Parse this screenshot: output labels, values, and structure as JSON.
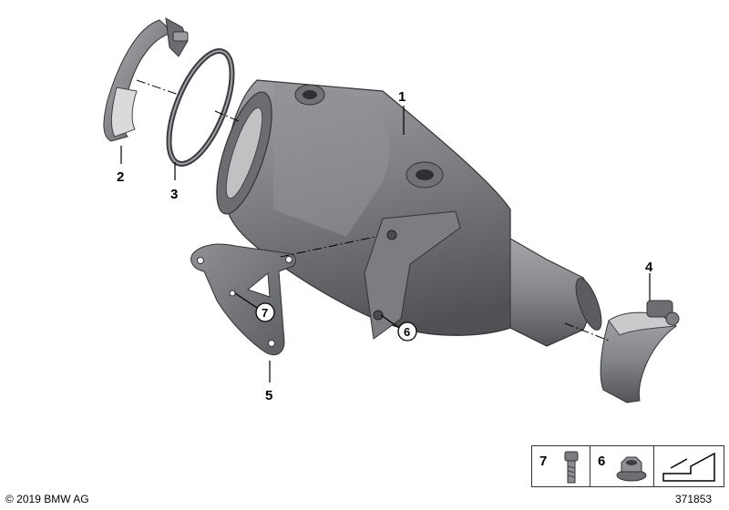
{
  "callouts": {
    "c1": "1",
    "c2": "2",
    "c3": "3",
    "c4": "4",
    "c5": "5",
    "c6": "6",
    "c7": "7"
  },
  "legend": {
    "item_a": "7",
    "item_b": "6"
  },
  "footer": {
    "copyright": "© 2019 BMW AG",
    "diagram_id": "371853"
  },
  "colors": {
    "metal_dark": "#5c5e61",
    "metal_mid": "#8a8c8f",
    "metal_light": "#c5c7c9",
    "line": "#000000"
  }
}
